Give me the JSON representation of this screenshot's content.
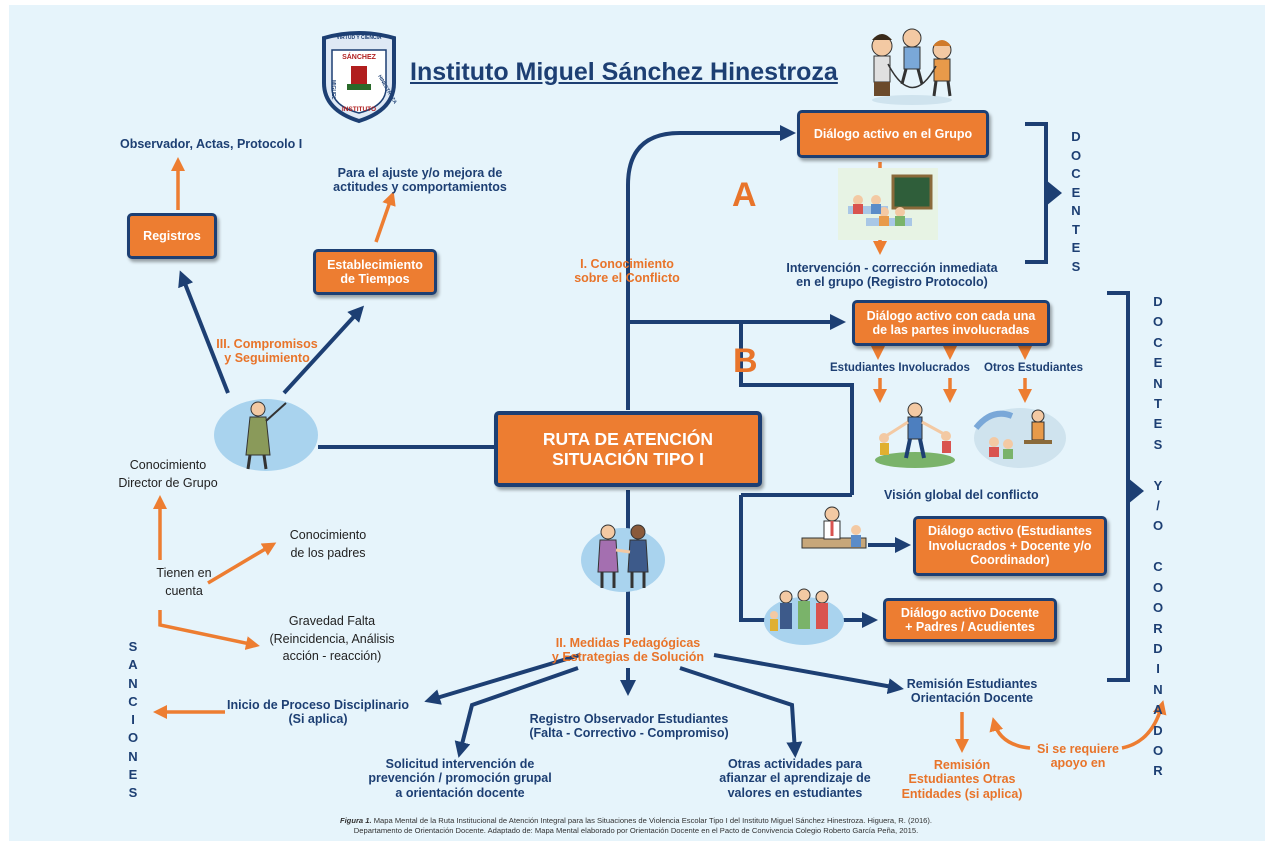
{
  "header": {
    "title": "Instituto Miguel Sánchez Hinestroza",
    "logo": {
      "top": "VIRTUD Y CIENCIA",
      "name": "SÁNCHEZ",
      "left": "MIGUEL",
      "right": "HINESTROZA",
      "bottom": "INSTITUTO"
    }
  },
  "center": {
    "title_line1": "RUTA DE ATENCIÓN",
    "title_line2": "SITUACIÓN TIPO I"
  },
  "labels": {
    "letter_a": "A",
    "letter_b": "B",
    "conocimiento_conflicto_1": "I. Conocimiento",
    "conocimiento_conflicto_2": "sobre el Conflicto",
    "compromisos_1": "III. Compromisos",
    "compromisos_2": "y Seguimiento",
    "medidas_1": "II. Medidas Pedagógicas",
    "medidas_2": "y Estrategias de Solución",
    "observador": "Observador, Actas, Protocolo I",
    "ajuste_1": "Para el ajuste y/o mejora de",
    "ajuste_2": "actitudes y comportamientos",
    "intervencion_1": "Intervención - corrección inmediata",
    "intervencion_2": "en el grupo (Registro Protocolo)",
    "est_involucrados": "Estudiantes Involucrados",
    "otros_estudiantes": "Otros Estudiantes",
    "vision_global": "Visión global del conflicto",
    "conocimiento_director_1": "Conocimiento",
    "conocimiento_director_2": "Director de Grupo",
    "conocimiento_padres_1": "Conocimiento",
    "conocimiento_padres_2": "de los padres",
    "tienen_1": "Tienen en",
    "tienen_2": "cuenta",
    "gravedad_1": "Gravedad Falta",
    "gravedad_2": "(Reincidencia, Análisis",
    "gravedad_3": "acción - reacción)",
    "inicio_1": "Inicio de Proceso Disciplinario",
    "inicio_2": "(Si aplica)",
    "solicitud_1": "Solicitud intervención de",
    "solicitud_2": "prevención / promoción grupal",
    "solicitud_3": "a orientación docente",
    "registro_obs_1": "Registro Observador Estudiantes",
    "registro_obs_2": "(Falta - Correctivo - Compromiso)",
    "otras_1": "Otras actividades para",
    "otras_2": "afianzar el aprendizaje de",
    "otras_3": "valores en estudiantes",
    "remision_orient_1": "Remisión Estudiantes",
    "remision_orient_2": "Orientación Docente",
    "remision_otras_1": "Remisión",
    "remision_otras_2": "Estudiantes Otras",
    "remision_otras_3": "Entidades (si aplica)",
    "si_requiere_1": "Si se requiere",
    "si_requiere_2": "apoyo en"
  },
  "boxes": {
    "registros": "Registros",
    "establecimiento_1": "Establecimiento",
    "establecimiento_2": "de Tiempos",
    "dialogo_grupo": "Diálogo activo en el Grupo",
    "dialogo_partes_1": "Diálogo activo con cada una",
    "dialogo_partes_2": "de las partes involucradas",
    "dialogo_est_1": "Diálogo activo (Estudiantes",
    "dialogo_est_2": "Involucrados + Docente y/o",
    "dialogo_est_3": "Coordinador)",
    "dialogo_padres_1": "Diálogo activo Docente",
    "dialogo_padres_2": "+ Padres / Acudientes"
  },
  "vertical": {
    "docentes": "DOCENTES",
    "docentes_coord": "DOCENTES Y/O COORDINADOR",
    "sanciones": "SANCIONES"
  },
  "caption": {
    "label": "Figura 1.",
    "line1": "Mapa Mental de la Ruta Institucional de Atención Integral para las Situaciones de Violencia Escolar Tipo I del Instituto Miguel Sánchez Hinestroza. Higuera, R. (2016).",
    "line2": "Departamento de Orientación Docente. Adaptado de: Mapa Mental elaborado por Orientación Docente en el Pacto de Convivencia Colegio Roberto García Peña, 2015."
  },
  "colors": {
    "navy": "#1d3f73",
    "orange": "#ed7d31",
    "panel": "#e6f4fb"
  }
}
